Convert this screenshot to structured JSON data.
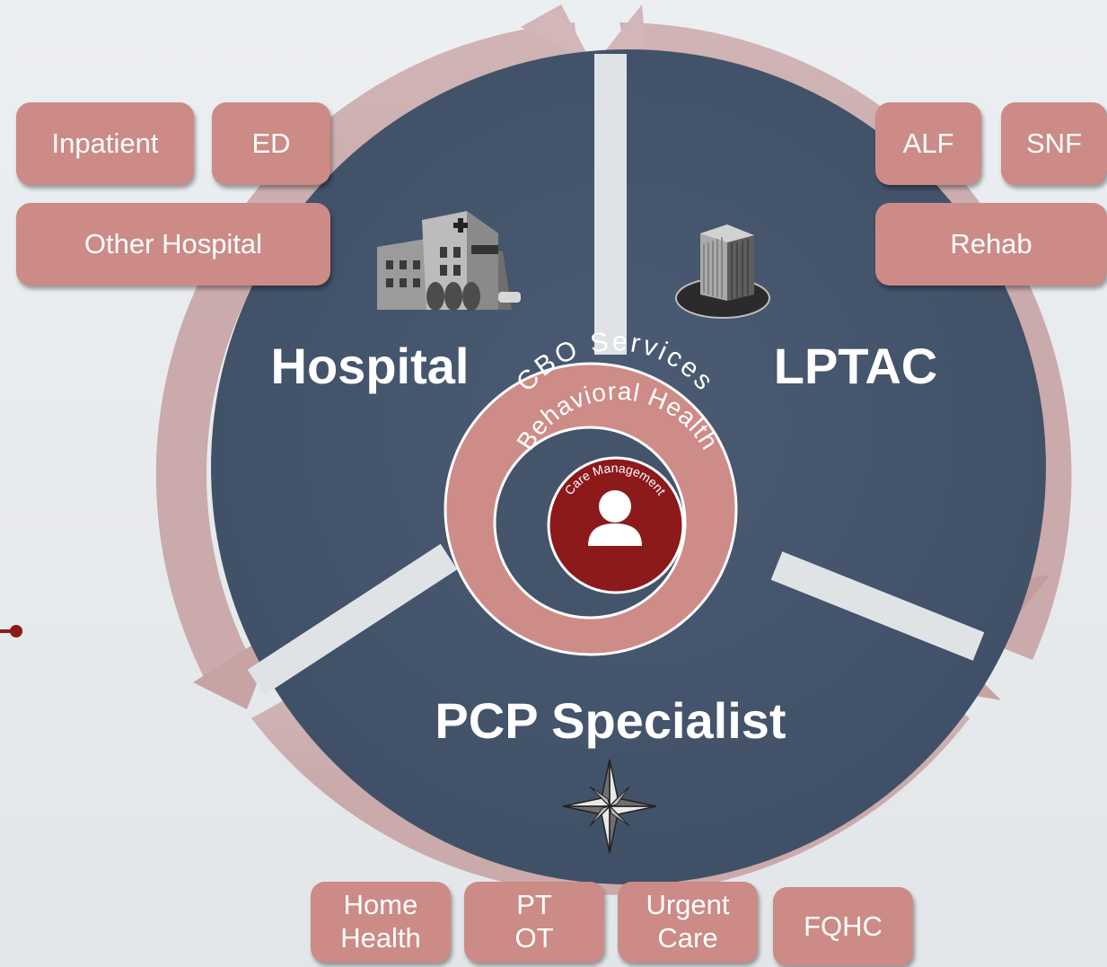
{
  "segments": {
    "hospital": {
      "label": "Hospital",
      "icon": "hospital-building-icon"
    },
    "lptac": {
      "label": "LPTAC",
      "icon": "office-tower-icon"
    },
    "pcp": {
      "label": "PCP Specialist",
      "icon": "compass-rose-icon"
    }
  },
  "center": {
    "outer_ring": "CBO Services",
    "middle_ring": "Behavioral Health",
    "inner_ring": "Care Management",
    "icon": "person-icon"
  },
  "tags": {
    "inpatient": "Inpatient",
    "ed": "ED",
    "other_hospital": "Other Hospital",
    "alf": "ALF",
    "snf": "SNF",
    "rehab": "Rehab",
    "home_health": "Home\nHealth",
    "pt_ot": "PT\nOT",
    "urgent_care": "Urgent\nCare",
    "fqhc": "FQHC"
  },
  "colors": {
    "segment": "#44546b",
    "ring": "#cd8c87",
    "tag": "#cc8b86",
    "core": "#8c1a1b",
    "arrow": "#c7a3a4"
  }
}
